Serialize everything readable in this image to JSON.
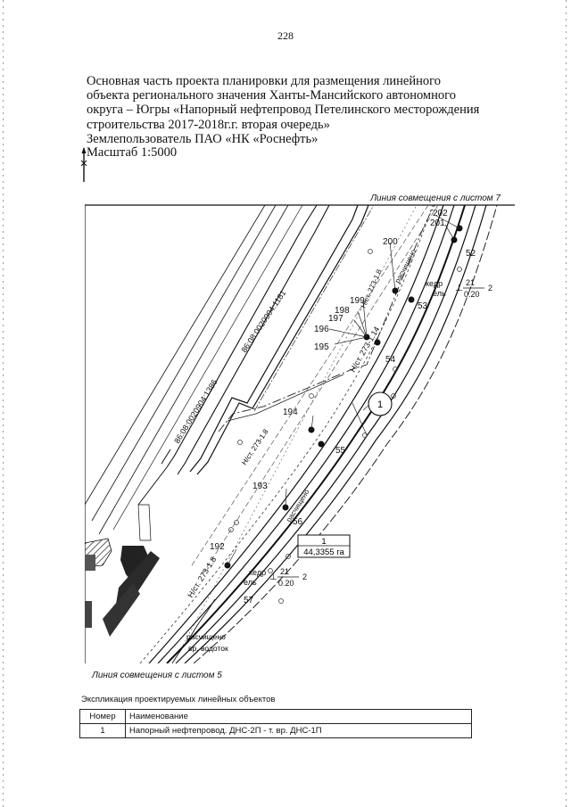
{
  "page_number": "228",
  "title_lines": [
    "Основная часть проекта планировки для размещения линейного",
    "объекта регионального значения Ханты-Мансийского автономного",
    "округа – Югры «Напорный нефтепровод Петелинского месторождения",
    "строительства 2017-2018г.г. вторая очередь»",
    "Землепользователь ПАО «НК «Роснефть»"
  ],
  "scale": "Масштаб 1:5000",
  "match_line_top": "Линия совмещения с листом 7",
  "match_line_bottom": "Линия совмещения с листом 5",
  "map": {
    "parcels": [
      "86:08:0020904:1181",
      "86:08:0020904:1386"
    ],
    "points_left": [
      "192",
      "193",
      "194",
      "195",
      "196",
      "197",
      "198",
      "199",
      "200",
      "201",
      "202"
    ],
    "points_right": [
      "52",
      "53",
      "54",
      "55",
      "56",
      "57"
    ],
    "object_marker": "1",
    "area": {
      "number": "1",
      "value": "44,3355 га"
    },
    "species_1": {
      "name_line1": "кедр",
      "name_line2": "ель",
      "numerator": "21",
      "denominator": "0.20",
      "count": "2"
    },
    "species_2": {
      "name_line1": "кедр",
      "name_line2": "ель",
      "numerator": "21",
      "denominator": "0.20",
      "count": "2"
    },
    "labels": {
      "road_upper": "Н/ст. 273-1.8",
      "road_lower": "Н/ст. 273-1.8",
      "road_top": "Н/ст. 273-1.8",
      "cleared_upper": "расчищено",
      "cleared_lower": "расчищено",
      "cleared_mid": "расчищено",
      "waterway": "вр. водоток",
      "pipe_label": "Н/ст. 273-1.14"
    }
  },
  "explication": {
    "title": "Экспликация проектируемых линейных объектов",
    "headers": [
      "Номер",
      "Наименование"
    ],
    "rows": [
      [
        "1",
        "Напорный нефтепровод. ДНС-2П - т. вр. ДНС-1П"
      ]
    ]
  }
}
